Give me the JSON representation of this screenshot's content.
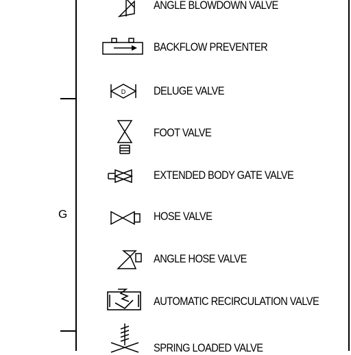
{
  "group": {
    "letter": "G"
  },
  "legend": [
    {
      "id": "angle-blowdown",
      "label": "ANGLE BLOWDOWN VALVE"
    },
    {
      "id": "backflow",
      "label": "BACKFLOW PREVENTER"
    },
    {
      "id": "deluge",
      "label": "DELUGE VALVE",
      "symbol_text": "D"
    },
    {
      "id": "foot",
      "label": "FOOT VALVE"
    },
    {
      "id": "extended-gate",
      "label": "EXTENDED BODY GATE VALVE"
    },
    {
      "id": "hose",
      "label": "HOSE VALVE"
    },
    {
      "id": "angle-hose",
      "label": "ANGLE HOSE VALVE"
    },
    {
      "id": "auto-recirc",
      "label": "AUTOMATIC RECIRCULATION VALVE"
    },
    {
      "id": "spring-loaded",
      "label": "SPRING LOADED VALVE"
    }
  ]
}
